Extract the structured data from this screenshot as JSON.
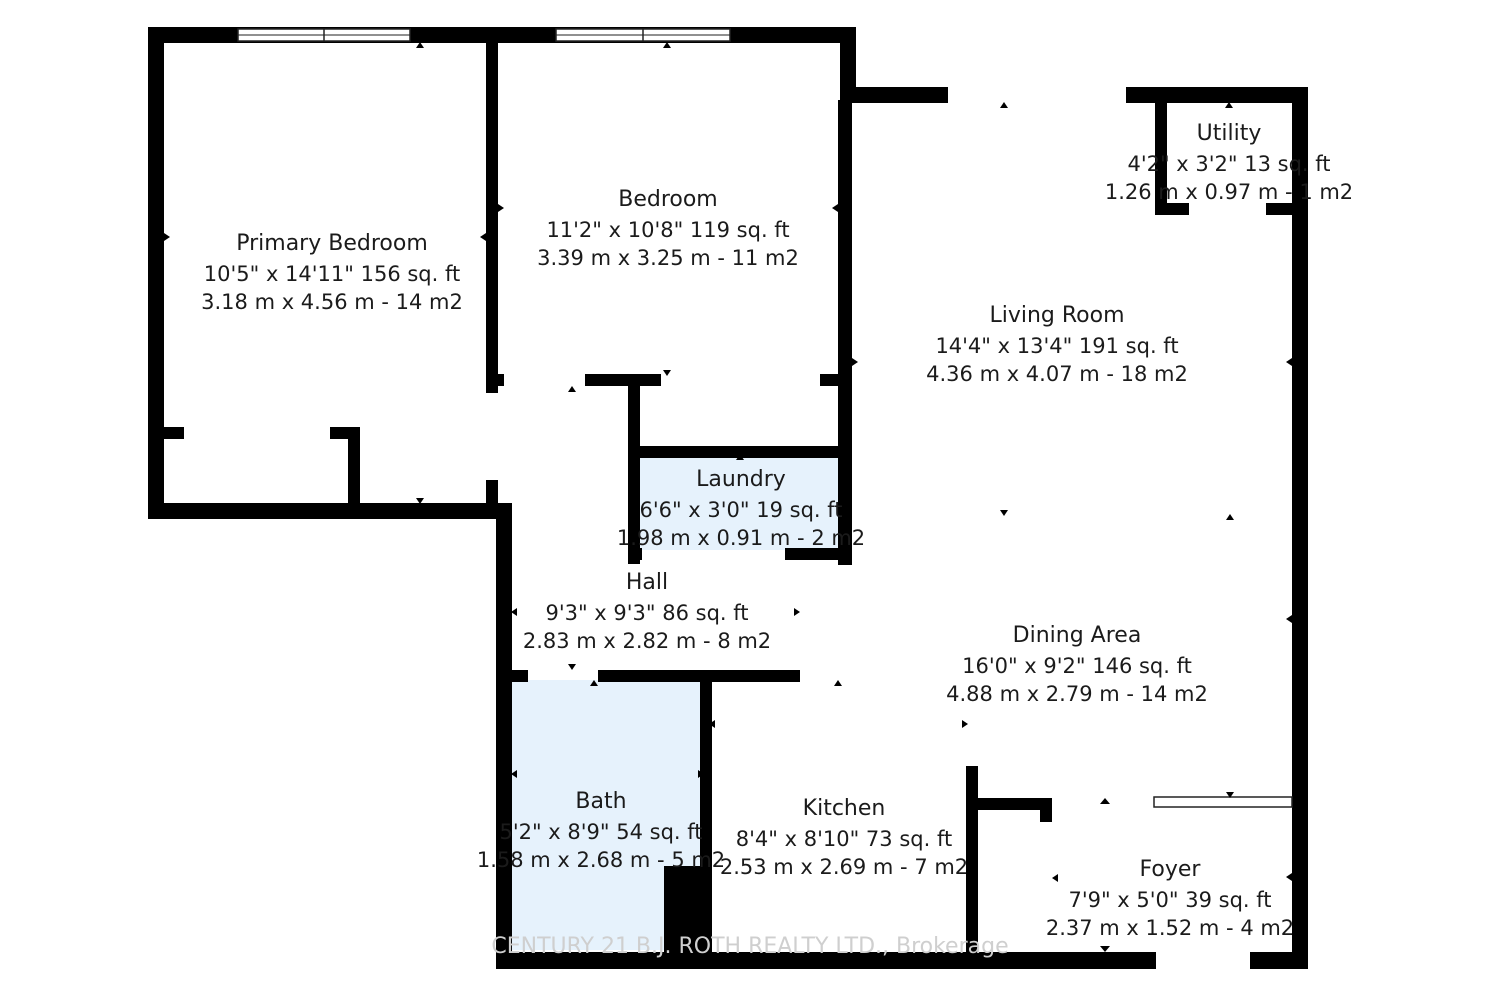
{
  "colors": {
    "wall": "#000000",
    "floor": "#ffffff",
    "wet_room": "#e6f2fc",
    "text": "#1b1b1b",
    "watermark": "#cfcfcf"
  },
  "rooms": [
    {
      "name": "Primary Bedroom",
      "imperial": "10'5\" x 14'11\" 156 sq. ft",
      "metric": "3.18 m x 4.56 m - 14 m2"
    },
    {
      "name": "Bedroom",
      "imperial": "11'2\" x 10'8\" 119 sq. ft",
      "metric": "3.39 m x 3.25 m - 11 m2"
    },
    {
      "name": "Utility",
      "imperial": "4'2\" x 3'2\" 13 sq. ft",
      "metric": "1.26 m x 0.97 m - 1 m2"
    },
    {
      "name": "Living Room",
      "imperial": "14'4\" x 13'4\" 191 sq. ft",
      "metric": "4.36 m x 4.07 m - 18 m2"
    },
    {
      "name": "Laundry",
      "imperial": "6'6\" x 3'0\" 19 sq. ft",
      "metric": "1.98 m x 0.91 m - 2 m2"
    },
    {
      "name": "Hall",
      "imperial": "9'3\" x 9'3\" 86 sq. ft",
      "metric": "2.83 m x 2.82 m - 8 m2"
    },
    {
      "name": "Dining Area",
      "imperial": "16'0\" x 9'2\" 146 sq. ft",
      "metric": "4.88 m x 2.79 m - 14 m2"
    },
    {
      "name": "Bath",
      "imperial": "5'2\" x 8'9\" 54 sq. ft",
      "metric": "1.58 m x 2.68 m - 5 m2"
    },
    {
      "name": "Kitchen",
      "imperial": "8'4\" x 8'10\" 73 sq. ft",
      "metric": "2.53 m x 2.69 m - 7 m2"
    },
    {
      "name": "Foyer",
      "imperial": "7'9\" x 5'0\" 39 sq. ft",
      "metric": "2.37 m x 1.52 m - 4 m2"
    }
  ],
  "watermark": "CENTURY 21 B.J. ROTH REALTY LTD., Brokerage"
}
